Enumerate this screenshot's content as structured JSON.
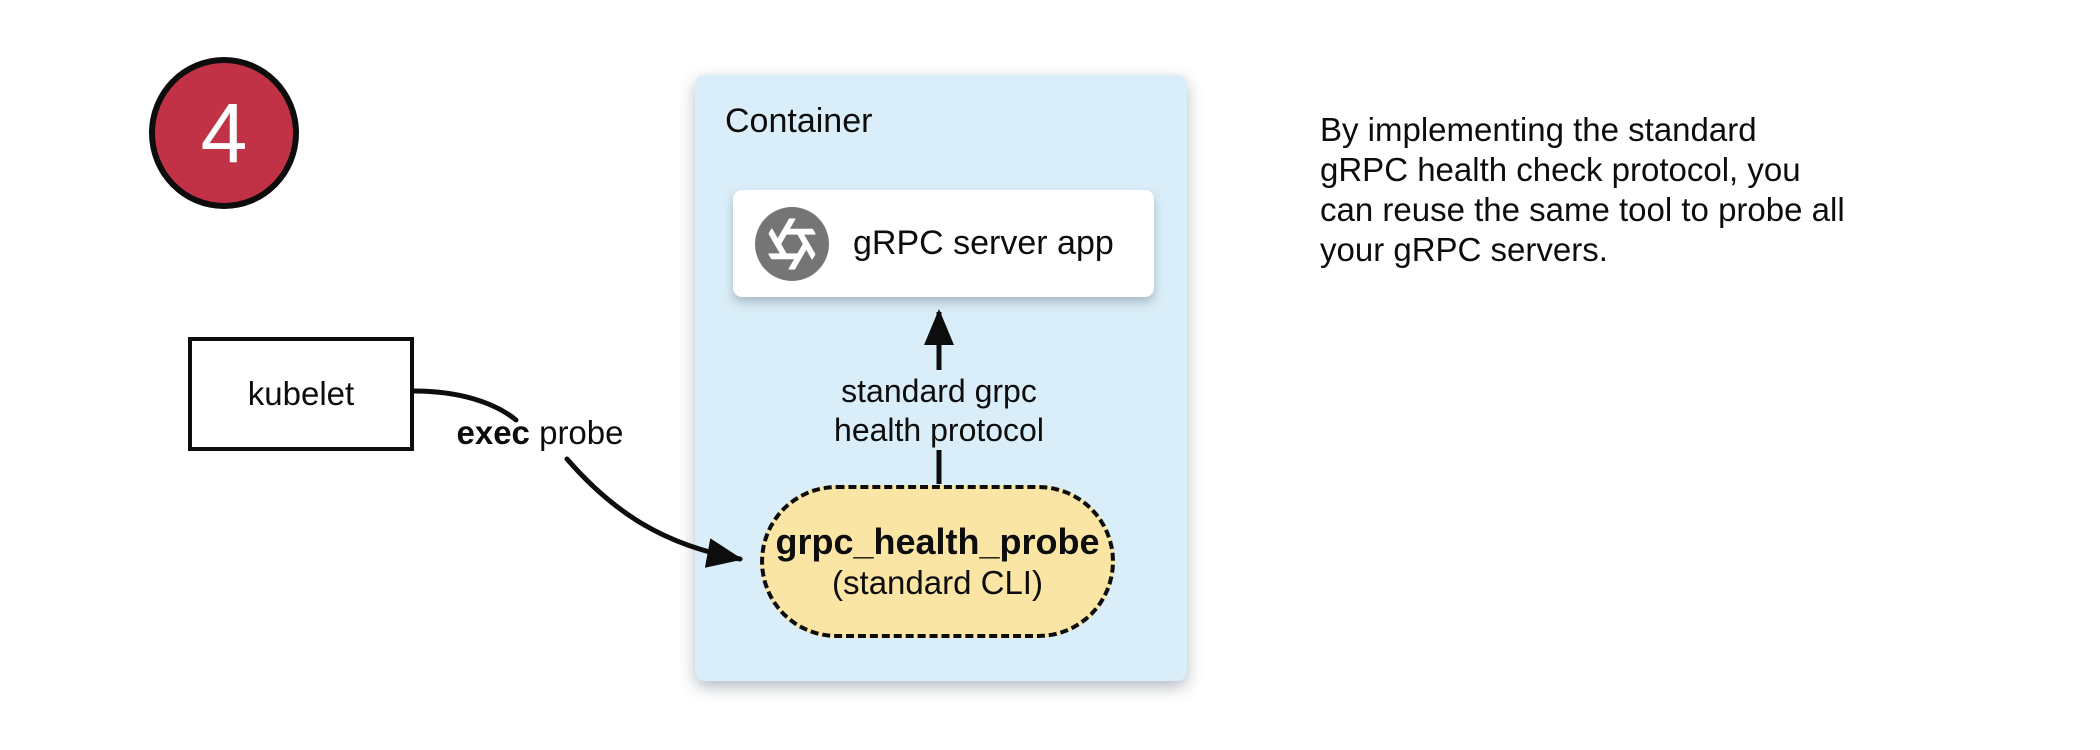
{
  "step_badge": {
    "number": "4"
  },
  "kubelet_box": {
    "label": "kubelet"
  },
  "exec_probe_label": {
    "keyword": "exec",
    "rest": " probe"
  },
  "container": {
    "title": "Container"
  },
  "server_app": {
    "label": "gRPC server app",
    "icon": "aperture-icon"
  },
  "health_protocol_label": {
    "line1": "standard grpc",
    "line2": "health protocol"
  },
  "probe_pill": {
    "name": "grpc_health_probe",
    "subtitle": "(standard CLI)"
  },
  "note": {
    "text": "By implementing the standard\ngRPC health check protocol, you\ncan reuse the same tool to probe all\nyour gRPC servers."
  },
  "colors": {
    "badge_red": "#C23246",
    "container_blue": "#DAEEF9",
    "probe_yellow": "#FAE5A5",
    "icon_gray": "#757575",
    "line_black": "#0D0D0D"
  }
}
